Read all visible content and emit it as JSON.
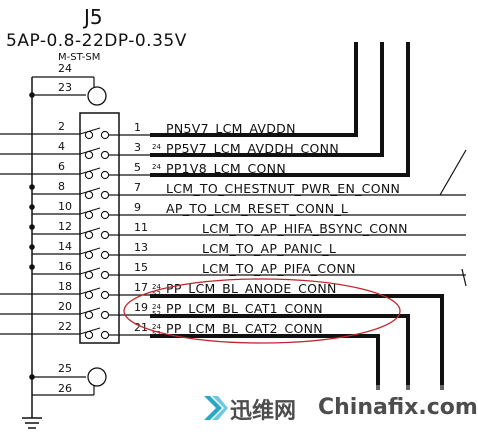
{
  "part": {
    "ref": "J5",
    "value": "5AP-0.8-22DP-0.35V",
    "note": "M-ST-SM"
  },
  "left_pins": [
    "24",
    "23",
    "2",
    "4",
    "6",
    "8",
    "10",
    "12",
    "14",
    "16",
    "18",
    "20",
    "22",
    "25",
    "26"
  ],
  "right_pins": [
    "1",
    "3",
    "5",
    "7",
    "9",
    "11",
    "13",
    "15",
    "17",
    "19",
    "21"
  ],
  "nets": [
    {
      "sup": "",
      "label": "PN5V7_LCM_AVDDN"
    },
    {
      "sup": "24",
      "label": "PP5V7_LCM_AVDDH_CONN"
    },
    {
      "sup": "24",
      "label": "PP1V8_LCM_CONN"
    },
    {
      "sup": "",
      "label": "LCM_TO_CHESTNUT_PWR_EN_CONN"
    },
    {
      "sup": "",
      "label": "AP_TO_LCM_RESET_CONN_L"
    },
    {
      "sup": "",
      "label": "LCM_TO_AP_HIFA_BSYNC_CONN"
    },
    {
      "sup": "",
      "label": "LCM_TO_AP_PANIC_L"
    },
    {
      "sup": "",
      "label": "LCM_TO_AP_PIFA_CONN"
    },
    {
      "sup": "24",
      "sup2": "52",
      "label": "PP_LCM_BL_ANODE_CONN"
    },
    {
      "sup": "24",
      "sup2": "52",
      "label": "PP_LCM_BL_CAT1_CONN"
    },
    {
      "sup": "24",
      "sup2": "52",
      "label": "PP_LCM_BL_CAT2_CONN"
    }
  ],
  "highlight_color": "#c0262d",
  "watermark": {
    "cn": "迅维网",
    "en": "Chinafix.com"
  }
}
